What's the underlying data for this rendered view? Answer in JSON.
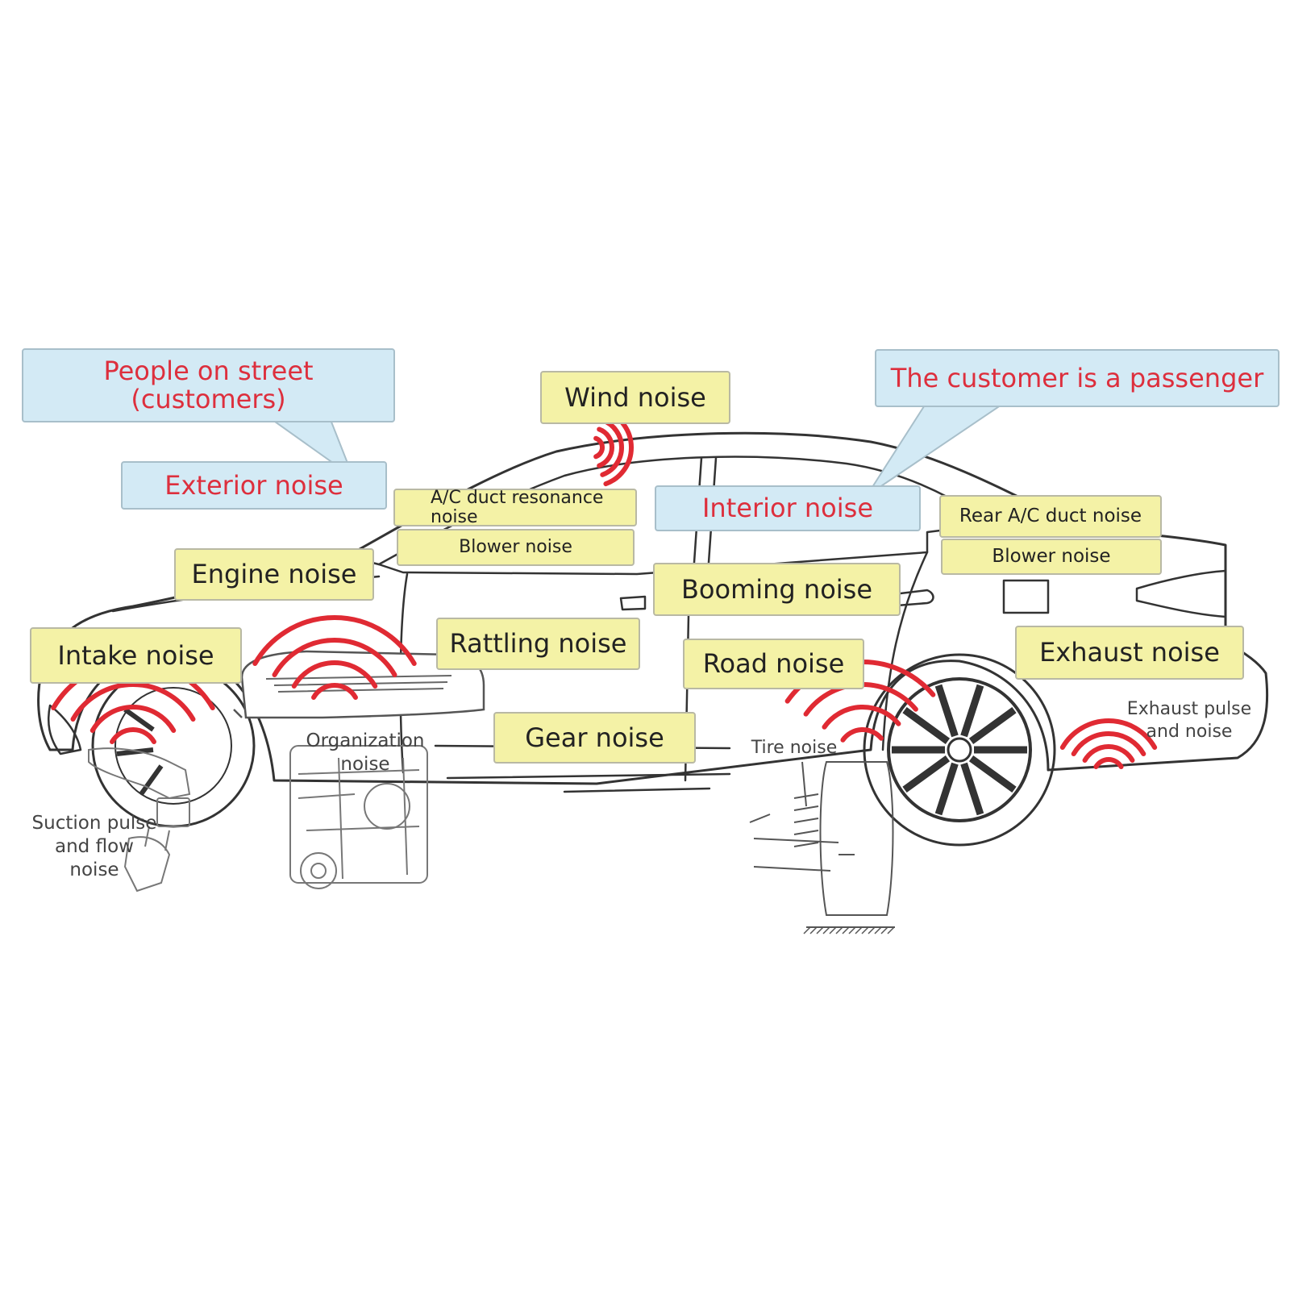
{
  "callouts": {
    "people_on_street": "People on street\n(customers)",
    "customer_passenger": "The customer is a passenger"
  },
  "categories": {
    "exterior_noise": "Exterior noise",
    "interior_noise": "Interior noise"
  },
  "labels": {
    "wind_noise": "Wind noise",
    "ac_duct_resonance": "A/C duct resonance\nnoise",
    "blower_noise_front": "Blower noise",
    "engine_noise": "Engine noise",
    "intake_noise": "Intake noise",
    "rattling_noise": "Rattling noise",
    "booming_noise": "Booming noise",
    "rear_ac_duct": "Rear A/C duct noise",
    "blower_noise_rear": "Blower noise",
    "road_noise": "Road noise",
    "exhaust_noise": "Exhaust noise",
    "gear_noise": "Gear noise"
  },
  "annotations": {
    "organization_noise": "Organization\nnoise",
    "suction_pulse": "Suction pulse\nand flow\nnoise",
    "tire_noise": "Tire noise",
    "exhaust_pulse": "Exhaust pulse\nand noise"
  },
  "colors": {
    "label_fill": "#f4f2a6",
    "callout_fill": "#d3eaf5",
    "callout_text": "#dd2f3d",
    "wave": "#e02a33",
    "outline": "#333333"
  }
}
